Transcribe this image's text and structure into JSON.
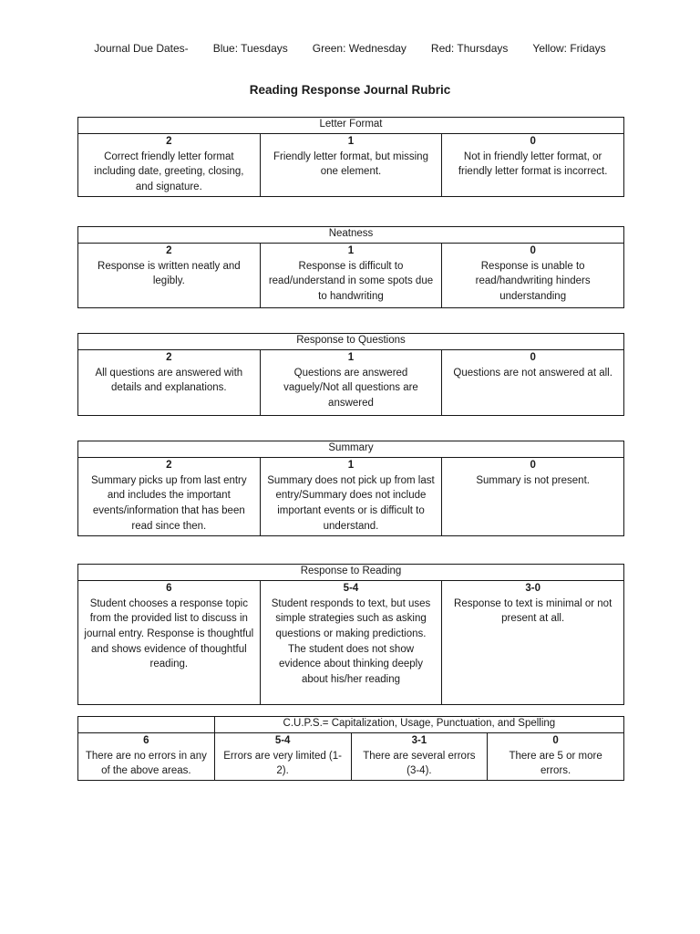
{
  "due_dates": {
    "label": "Journal Due Dates-",
    "items": [
      "Blue: Tuesdays",
      "Green: Wednesday",
      "Red: Thursdays",
      "Yellow: Fridays"
    ]
  },
  "doc_title": "Reading Response Journal Rubric",
  "tables": [
    {
      "title": "Letter Format",
      "cells": [
        {
          "score": "2",
          "text": "Correct friendly letter format including date, greeting, closing, and signature."
        },
        {
          "score": "1",
          "text": "Friendly letter format, but missing one element."
        },
        {
          "score": "0",
          "text": "Not in friendly letter format, or friendly letter format is incorrect."
        }
      ]
    },
    {
      "title": "Neatness",
      "cells": [
        {
          "score": "2",
          "text": "Response is written neatly and legibly."
        },
        {
          "score": "1",
          "text": "Response is difficult to read/understand in some spots due to handwriting"
        },
        {
          "score": "0",
          "text": "Response is unable to read/handwriting hinders understanding"
        }
      ]
    },
    {
      "title": "Response to Questions",
      "cells": [
        {
          "score": "2",
          "text": "All questions are answered with details and explanations."
        },
        {
          "score": "1",
          "text": "Questions are answered vaguely/Not all questions are answered"
        },
        {
          "score": "0",
          "text": "Questions are not answered at all."
        }
      ]
    },
    {
      "title": "Summary",
      "cells": [
        {
          "score": "2",
          "text": "Summary picks up from last entry and includes the important events/information that has been read since then."
        },
        {
          "score": "1",
          "text": "Summary does not pick up from last entry/Summary does not include important events or is difficult to understand."
        },
        {
          "score": "0",
          "text": "Summary is not present."
        }
      ]
    },
    {
      "title": "Response to Reading",
      "cells": [
        {
          "score": "6",
          "text": "Student chooses a response topic from the provided list to discuss in journal entry. Response is thoughtful and shows evidence of thoughtful reading."
        },
        {
          "score": "5-4",
          "text": "Student responds to text, but uses simple strategies such as asking questions or making predictions. The student does not show evidence about thinking deeply about his/her reading"
        },
        {
          "score": "3-0",
          "text": "Response to text is minimal or not present at all."
        }
      ]
    },
    {
      "title": "C.U.P.S.= Capitalization, Usage, Punctuation, and Spelling",
      "cells": [
        {
          "score": "6",
          "text": "There are no errors in any of the above areas."
        },
        {
          "score": "5-4",
          "text": "Errors are very limited (1-2)."
        },
        {
          "score": "3-1",
          "text": "There are several errors (3-4)."
        },
        {
          "score": "0",
          "text": "There are 5 or more errors."
        }
      ]
    }
  ]
}
